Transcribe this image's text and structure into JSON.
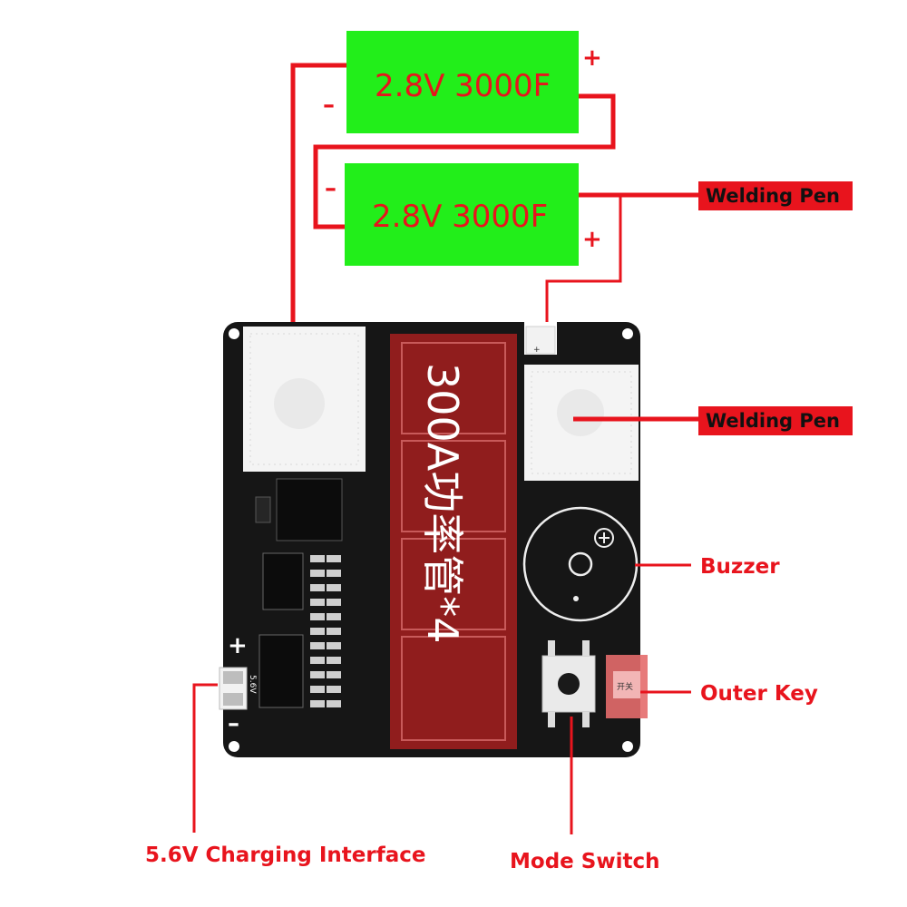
{
  "capacitors": [
    {
      "label": "2.8V 3000F",
      "plus": "+",
      "minus": "–"
    },
    {
      "label": "2.8V 3000F",
      "plus": "+",
      "minus": "–"
    }
  ],
  "board": {
    "mosfet_label": "300A功率管*4",
    "charging_plus": "+",
    "charging_minus": "–",
    "charging_silk": "5.6V",
    "outer_key_silk": "开关"
  },
  "labels": {
    "welding_pen_top": "Welding Pen",
    "welding_pen_mid": "Welding Pen",
    "buzzer": "Buzzer",
    "outer_key": "Outer Key",
    "charging_interface": "5.6V Charging Interface",
    "mode_switch": "Mode Switch"
  },
  "colors": {
    "wire": "#e8141d",
    "capacitor": "#22ee1a",
    "board": "#161616",
    "mosfet_overlay": "#9b1e1e",
    "label_box": "#e8141d"
  }
}
